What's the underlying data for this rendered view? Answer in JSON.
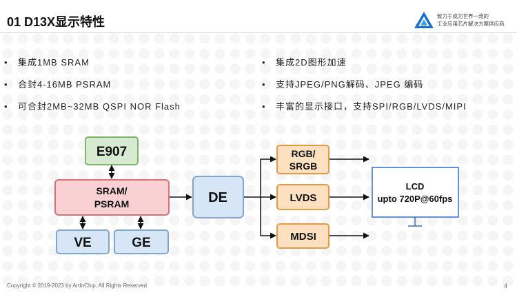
{
  "header": {
    "title": "01 D13X显示特性",
    "logo_line1": "致力于成为世界一流的",
    "logo_line2": "工业应用芯片解决方案供应商"
  },
  "bullets_left": [
    "集成1MB SRAM",
    "合封4-16MB PSRAM",
    "可合封2MB~32MB QSPI NOR Flash"
  ],
  "bullets_right": [
    "集成2D图形加速",
    "支持JPEG/PNG解码、JPEG 编码",
    "丰富的显示接口，支持SPI/RGB/LVDS/MIPI"
  ],
  "diagram": {
    "e907": "E907",
    "sram_line1": "SRAM/",
    "sram_line2": "PSRAM",
    "ve": "VE",
    "ge": "GE",
    "de": "DE",
    "rgb_line1": "RGB/",
    "rgb_line2": "SRGB",
    "lvds": "LVDS",
    "mdsi": "MDSI",
    "lcd_line1": "LCD",
    "lcd_line2": "upto 720P@60fps"
  },
  "colors": {
    "green": "#d5ead0",
    "green_border": "#7fb26a",
    "pink": "#f9d1d3",
    "pink_border": "#d9707a",
    "blue": "#d6e6f7",
    "blue_border": "#7fa6d1",
    "orange": "#fce0bf",
    "orange_border": "#e69a45",
    "lcd_border": "#2f6fd1"
  },
  "footer": {
    "copyright": "Copyright  © 2019-2023 by ArtInChip, All Rights Reserved",
    "page_number": "4"
  }
}
